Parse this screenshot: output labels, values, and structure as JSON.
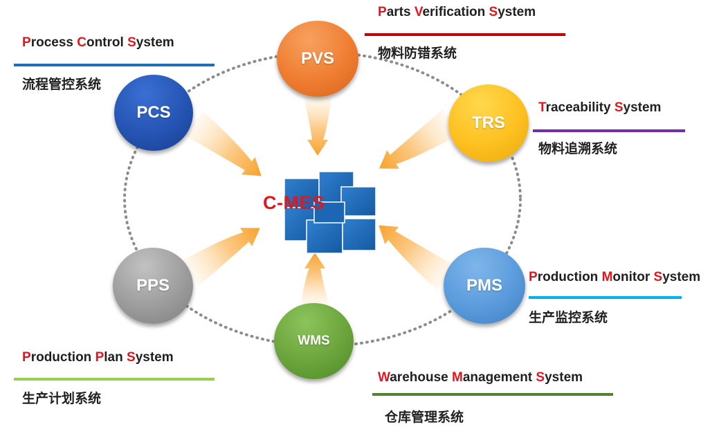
{
  "center": {
    "title": "C-MES"
  },
  "nodes": {
    "pvs": "PVS",
    "pcs": "PCS",
    "trs": "TRS",
    "pps": "PPS",
    "pms": "PMS",
    "wms": "WMS"
  },
  "labels": {
    "pvs": {
      "en": [
        "P",
        "arts ",
        "V",
        "erification ",
        "S",
        "ystem"
      ],
      "zh": "物料防错系统",
      "bar_color": "#c00000"
    },
    "pcs": {
      "en": [
        "P",
        "rocess ",
        "C",
        "ontrol ",
        "S",
        "ystem"
      ],
      "zh": "流程管控系统",
      "bar_color": "#1f6fb8"
    },
    "trs": {
      "en": [
        "T",
        "raceability ",
        "S",
        "ystem"
      ],
      "zh": "物料追溯系统",
      "bar_color": "#7030a0"
    },
    "pms": {
      "en": [
        "P",
        "roduction ",
        "M",
        "onitor ",
        "S",
        "ystem"
      ],
      "zh": "生产监控系统",
      "bar_color": "#00b0f0"
    },
    "pps": {
      "en": [
        "P",
        "roduction ",
        "P",
        "lan ",
        "S",
        "ystem"
      ],
      "zh": "生产计划系统",
      "bar_color": "#92d050"
    },
    "wms": {
      "en": [
        "W",
        "arehouse ",
        "M",
        "anagement ",
        "S",
        "ystem"
      ],
      "zh": "仓库管理系统",
      "bar_color": "#548235"
    }
  }
}
